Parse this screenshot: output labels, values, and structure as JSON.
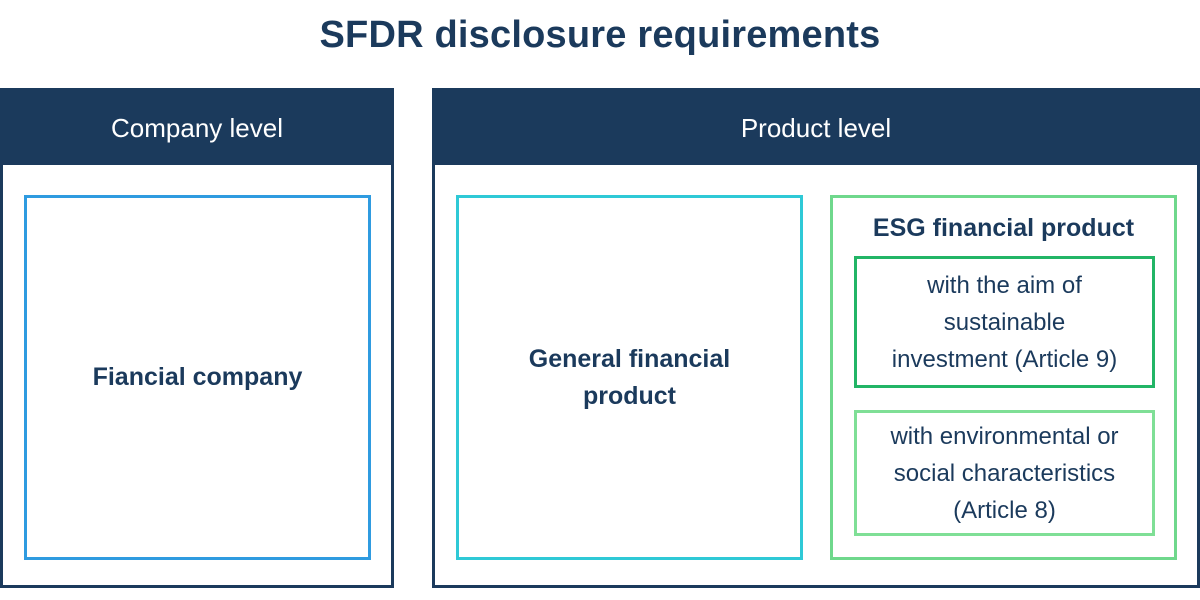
{
  "title": "SFDR disclosure requirements",
  "panels": {
    "company": {
      "header": "Company level",
      "box_label": "Fiancial company"
    },
    "product": {
      "header": "Product level",
      "general_box": {
        "line1": "General financial",
        "line2": "product"
      },
      "esg_box": {
        "title": "ESG financial product",
        "article9": {
          "line1": "with the aim of",
          "line2": "sustainable",
          "line3": "investment (Article 9)"
        },
        "article8": {
          "line1": "with environmental or",
          "line2": "social characteristics",
          "line3": "(Article 8)"
        }
      }
    }
  },
  "colors": {
    "navy": "#1b3a5c",
    "company_box_border": "#2f9be0",
    "general_box_border": "#2fc9d6",
    "esg_box_border": "#6fd88c",
    "article9_border": "#22b566",
    "article8_border": "#7fdf96"
  }
}
